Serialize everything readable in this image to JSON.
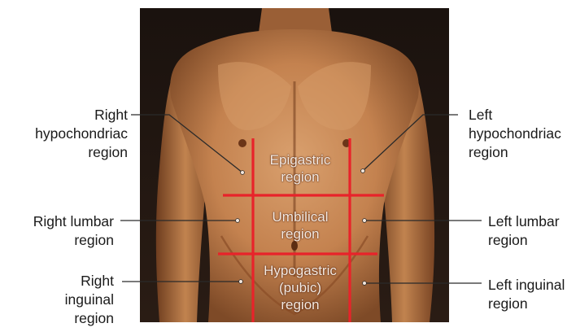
{
  "regions": {
    "epigastric": "Epigastric\nregion",
    "umbilical": "Umbilical\nregion",
    "hypogastric": "Hypogastric\n(pubic)\nregion"
  },
  "labels": {
    "right_hypochondriac": "Right\nhypochondriac\nregion",
    "left_hypochondriac": "Left\nhypochondriac\nregion",
    "right_lumbar": "Right lumbar\nregion",
    "left_lumbar": "Left lumbar\nregion",
    "right_inguinal": "Right\ninguinal\nregion",
    "left_inguinal": "Left inguinal\nregion"
  },
  "colors": {
    "grid_lines": "#e8232a",
    "leader_lines": "#2a2a2a",
    "background": "#1d1410",
    "skin": "#c98a57"
  }
}
